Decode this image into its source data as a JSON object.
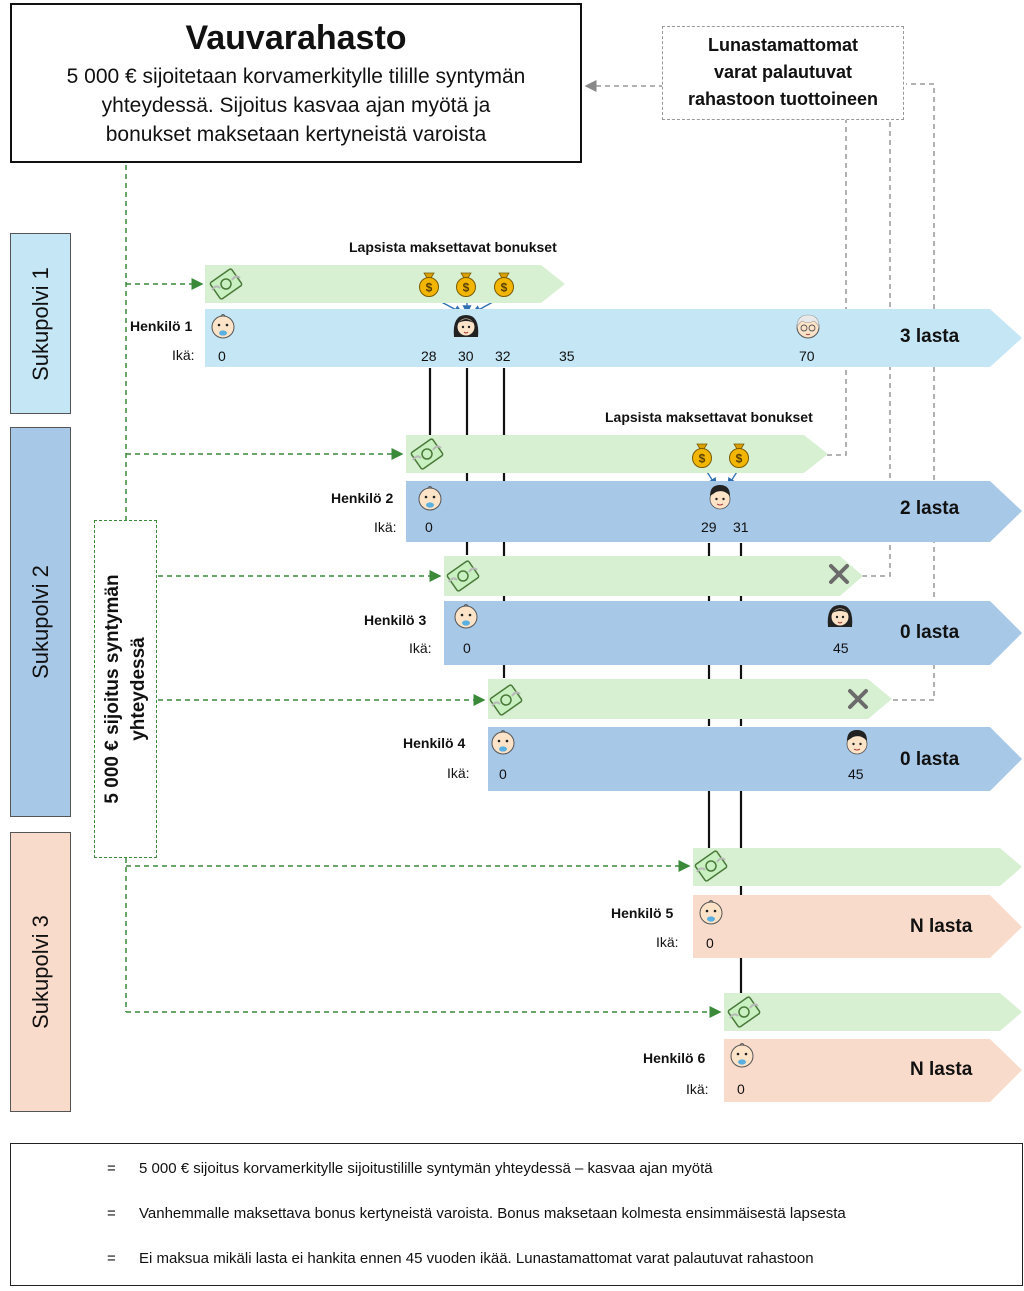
{
  "header": {
    "title": "Vauvarahasto",
    "description_lines": [
      "5 000 € sijoitetaan korvamerkitylle tilille syntymän",
      "yhteydessä. Sijoitus kasvaa ajan myötä ja",
      "bonukset maksetaan kertyneistä varoista"
    ]
  },
  "return_box": {
    "lines": [
      "Lunastamattomat",
      "varat palautuvat",
      "rahastoon tuottoineen"
    ]
  },
  "generations": [
    {
      "label": "Sukupolvi 1",
      "color": "#c5e6f5"
    },
    {
      "label": "Sukupolvi 2",
      "color": "#a8c8e8"
    },
    {
      "label": "Sukupolvi 3",
      "color": "#f9dbcb"
    }
  ],
  "investment_note": {
    "lines": [
      "5 000 € sijoitus syntymän",
      "yhteydessä"
    ]
  },
  "age_prefix": "Ikä:",
  "persons": [
    {
      "name": "Henkilö 1",
      "ages": [
        "0",
        "28",
        "30",
        "32",
        "35",
        "70"
      ],
      "kids": "3 lasta",
      "bonus_label": "Lapsista maksettavat bonukset"
    },
    {
      "name": "Henkilö 2",
      "ages": [
        "0",
        "29",
        "31"
      ],
      "kids": "2 lasta",
      "bonus_label": "Lapsista maksettavat bonukset"
    },
    {
      "name": "Henkilö 3",
      "ages": [
        "0",
        "45"
      ],
      "kids": "0 lasta"
    },
    {
      "name": "Henkilö 4",
      "ages": [
        "0",
        "45"
      ],
      "kids": "0 lasta"
    },
    {
      "name": "Henkilö 5",
      "ages": [
        "0"
      ],
      "kids": "N lasta"
    },
    {
      "name": "Henkilö 6",
      "ages": [
        "0"
      ],
      "kids": "N lasta"
    }
  ],
  "colors": {
    "investment_band": "#d8f0d2",
    "gen1": "#c5e6f5",
    "gen2": "#a8c8e8",
    "gen3": "#f9dbcb",
    "dashed_green": "#3a8a3a",
    "dashed_grey": "#999999"
  },
  "icons": {
    "investment": "money-with-wings-icon",
    "bonus": "money-bag-icon",
    "no_payment": "cross-mark-icon"
  },
  "legend": {
    "equals": "=",
    "items": [
      {
        "icon": "money-with-wings-icon",
        "text": "5 000 € sijoitus korvamerkitylle sijoitustilille syntymän yhteydessä – kasvaa ajan myötä"
      },
      {
        "icon": "money-bag-icon",
        "text": "Vanhemmalle maksettava bonus kertyneistä varoista. Bonus maksetaan kolmesta ensimmäisestä lapsesta"
      },
      {
        "icon": "cross-mark-icon",
        "text": "Ei maksua mikäli lasta ei hankita ennen 45 vuoden ikää. Lunastamattomat varat palautuvat rahastoon"
      }
    ]
  }
}
